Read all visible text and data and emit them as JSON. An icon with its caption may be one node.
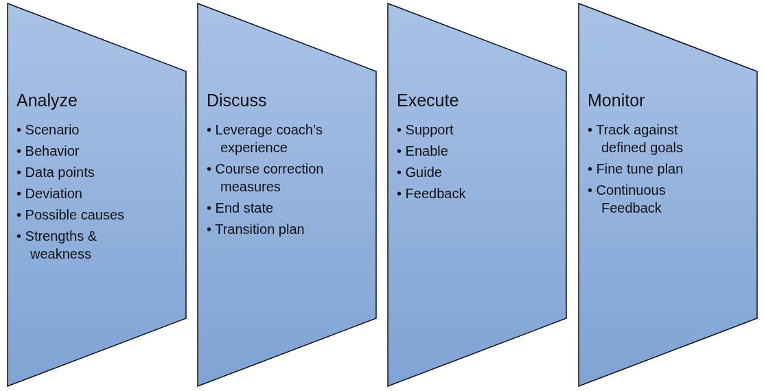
{
  "diagram": {
    "nodes": [
      {
        "text": [
          "Analyze",
          "• Scenario",
          "• Behavior",
          "• Data points",
          "• Deviation",
          "• Possible causes",
          "• Strengths & weakness"
        ]
      },
      {
        "text": [
          "Discuss",
          "• Leverage coach’s experience",
          "• Course correction measures",
          "• End state",
          "• Transition plan"
        ]
      },
      {
        "text": [
          "Execute",
          "• Support",
          "• Enable",
          "• Guide",
          "• Feedback"
        ]
      },
      {
        "text": [
          "Monitor",
          "• Track against defined goals",
          "• Fine tune plan",
          "• Continuous Feedback"
        ]
      }
    ],
    "edges": []
  }
}
